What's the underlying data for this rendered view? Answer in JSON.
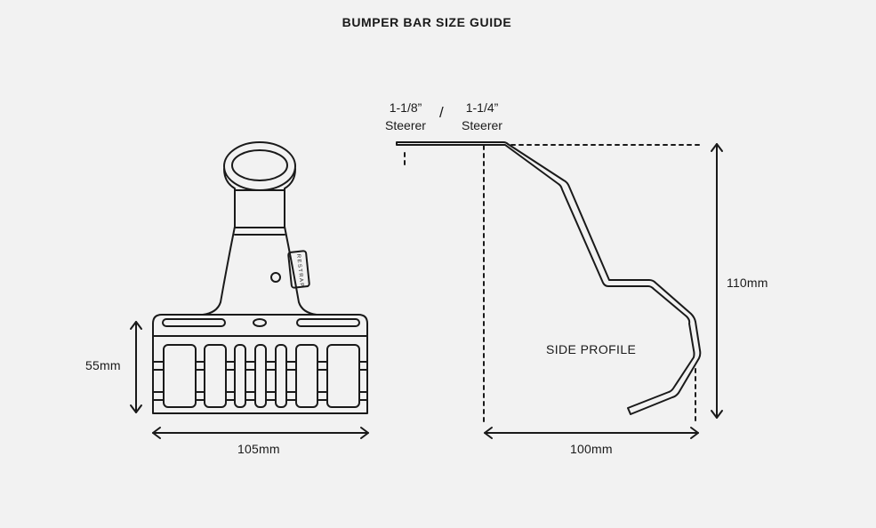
{
  "title": "BUMPER BAR SIZE GUIDE",
  "front_view": {
    "height_label": "55mm",
    "width_label": "105mm",
    "brand_text": "RESTRAP"
  },
  "side_view": {
    "label": "SIDE PROFILE",
    "height_label": "110mm",
    "width_label": "100mm",
    "steerer_small": {
      "size": "1-1/8”",
      "text": "Steerer"
    },
    "steerer_large": {
      "size": "1-1/4”",
      "text": "Steerer"
    },
    "separator": "/"
  },
  "colors": {
    "background": "#f2f2f2",
    "line": "#1a1a1a"
  }
}
